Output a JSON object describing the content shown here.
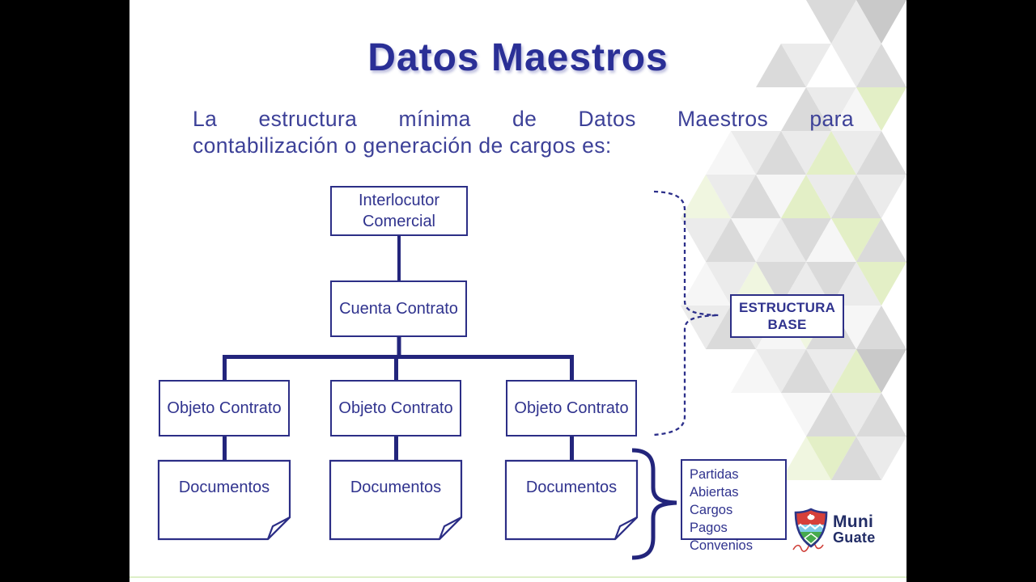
{
  "slide": {
    "title": "Datos Maestros",
    "intro": {
      "line1": "La estructura mínima de Datos Maestros para",
      "line2": "contabilización o generación de cargos es:"
    }
  },
  "diagram": {
    "interlocutor": "Interlocutor Comercial",
    "cuenta": "Cuenta Contrato",
    "objeto": [
      "Objeto Contrato",
      "Objeto Contrato",
      "Objeto Contrato"
    ],
    "documentos": [
      "Documentos",
      "Documentos",
      "Documentos"
    ],
    "estructura_label": "ESTRUCTURA BASE",
    "partidas_lines": [
      "Partidas Abiertas",
      "Cargos",
      "Pagos",
      "Convenios"
    ]
  },
  "logo": {
    "line1": "Muni",
    "line2": "Guate"
  },
  "colors": {
    "navy_line": "#23257c",
    "navy_border": "#2c2e86",
    "box_text": "#30338e",
    "title_indigo": "#2a2f96",
    "intro_indigo": "#3d4198",
    "triangle_gray_light": "#ebebeb",
    "triangle_gray_mid": "#dadada",
    "triangle_gray_dark": "#c9c9c9",
    "triangle_green": "#e3efc6",
    "triangle_green_pale": "#f0f6e0",
    "bottom_line_green": "#ddefc7",
    "logo_red": "#d6403a",
    "logo_green": "#46aa4e",
    "logo_blue": "#7ecbe8",
    "logo_navy": "#222d66"
  }
}
